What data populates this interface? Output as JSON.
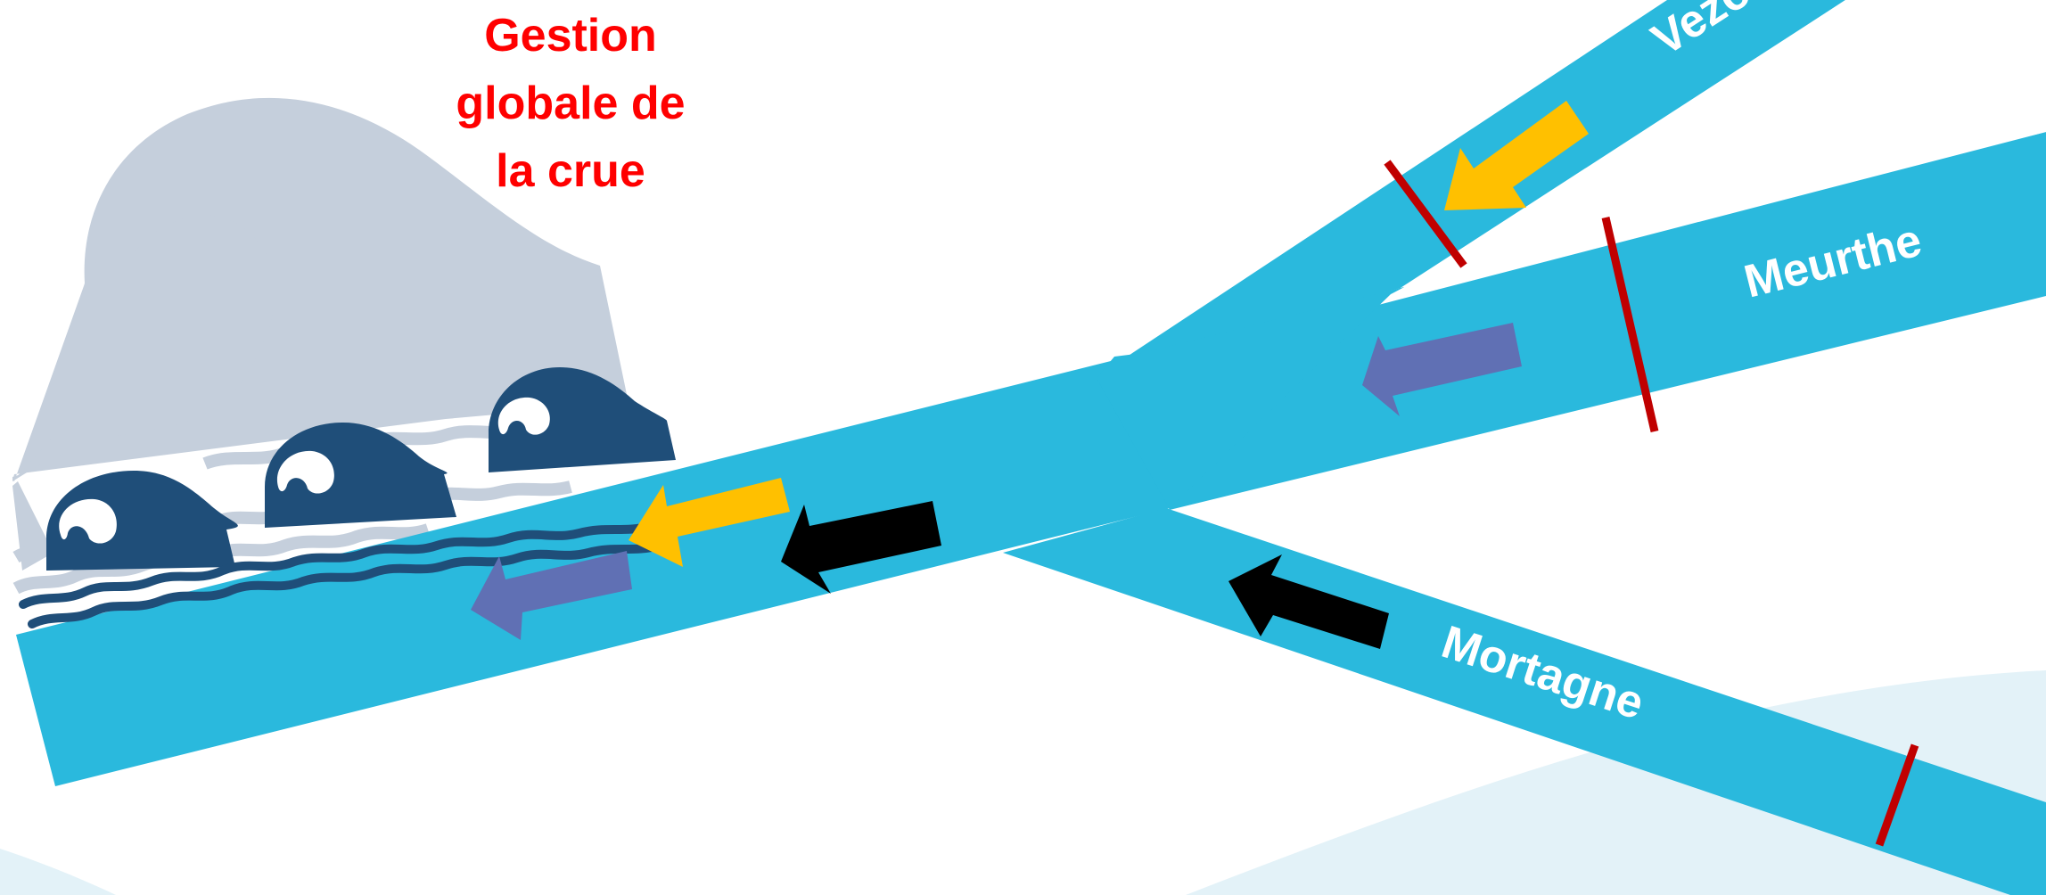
{
  "title": {
    "lines": [
      "Gestion",
      "globale de",
      "la crue"
    ],
    "color": "#ff0000"
  },
  "rivers": {
    "main": {
      "color": "#2ab9dd"
    },
    "vezouze": {
      "label": "Vezo",
      "color": "#2ab9dd"
    },
    "meurthe": {
      "label": "Meurthe",
      "color": "#2ab9dd"
    },
    "mortagne": {
      "label": "Mortagne",
      "color": "#2ab9dd"
    }
  },
  "flow_arrows": [
    {
      "name": "vezouze-flow-arrow",
      "color": "#ffc000"
    },
    {
      "name": "meurthe-flow-arrow",
      "color": "#6070b4"
    },
    {
      "name": "mortagne-flow-arrow",
      "color": "#000000"
    },
    {
      "name": "main-black-flow-arrow",
      "color": "#000000"
    },
    {
      "name": "main-yellow-flow-arrow",
      "color": "#ffc000"
    },
    {
      "name": "main-purple-flow-arrow",
      "color": "#6070b4"
    }
  ],
  "gauge_marker_color": "#c00000",
  "wave_colors": {
    "big_wave": "#c5cfdc",
    "small_waves": "#1f4e79"
  },
  "background_hill_color": "#e3f2f8"
}
